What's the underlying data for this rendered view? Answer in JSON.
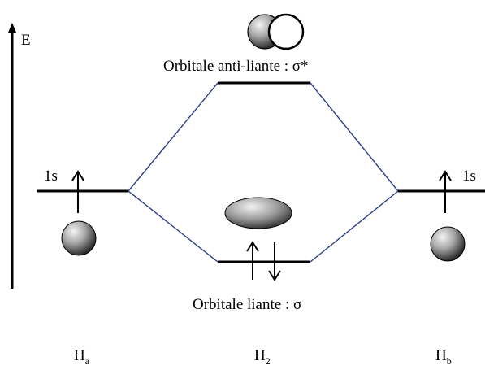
{
  "axis": {
    "label": "E"
  },
  "orbitals": {
    "antibonding_label": "Orbitale anti-liante : σ*",
    "bonding_label": "Orbitale liante : σ"
  },
  "atoms": {
    "left": {
      "level_label": "1s",
      "symbol": "H",
      "subscript": "a"
    },
    "center": {
      "symbol": "H",
      "subscript": "2"
    },
    "right": {
      "level_label": "1s",
      "symbol": "H",
      "subscript": "b"
    }
  },
  "colors": {
    "connector": "#2c3e8c",
    "level": "#000000",
    "shade_light": "#f2f2f2",
    "shade_dark": "#1a1a1a"
  }
}
